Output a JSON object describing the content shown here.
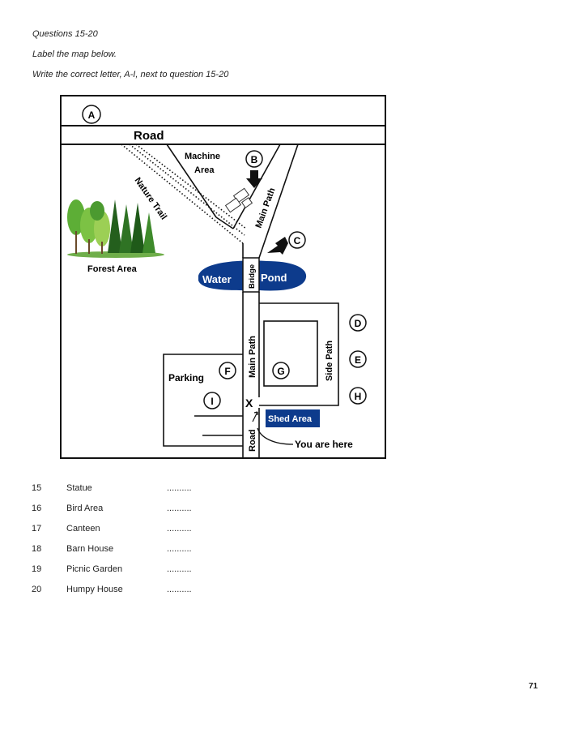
{
  "header": {
    "line1": "Questions 15-20",
    "line2": "Label the map below.",
    "line3": "Write the correct letter, A-I, next to question 15-20"
  },
  "map": {
    "road_top": "Road",
    "machine_area_1": "Machine",
    "machine_area_2": "Area",
    "nature_trail": "Nature Trail",
    "main_path_upper": "Main Path",
    "main_path_lower": "Main Path",
    "forest_area": "Forest Area",
    "water": "Water",
    "pond": "Pond",
    "bridge": "Bridge",
    "side_path": "Side Path",
    "parking": "Parking",
    "shed_area": "Shed Area",
    "road_bottom": "Road",
    "you_are_here": "You are here",
    "marker_x": "X",
    "letters": {
      "A": "A",
      "B": "B",
      "C": "C",
      "D": "D",
      "E": "E",
      "F": "F",
      "G": "G",
      "H": "H",
      "I": "I"
    },
    "colors": {
      "pond": "#0d3b8c",
      "shed": "#0d3b8c",
      "tree_green": "#3f9b2c",
      "tree_dark": "#1f5f1a"
    }
  },
  "questions": [
    {
      "number": "15",
      "text": "Statue",
      "answer": ".........."
    },
    {
      "number": "16",
      "text": "Bird Area",
      "answer": ".........."
    },
    {
      "number": "17",
      "text": "Canteen",
      "answer": ".........."
    },
    {
      "number": "18",
      "text": "Barn House",
      "answer": ".........."
    },
    {
      "number": "19",
      "text": "Picnic Garden",
      "answer": ".........."
    },
    {
      "number": "20",
      "text": "Humpy House",
      "answer": ".........."
    }
  ],
  "page_number": "71"
}
